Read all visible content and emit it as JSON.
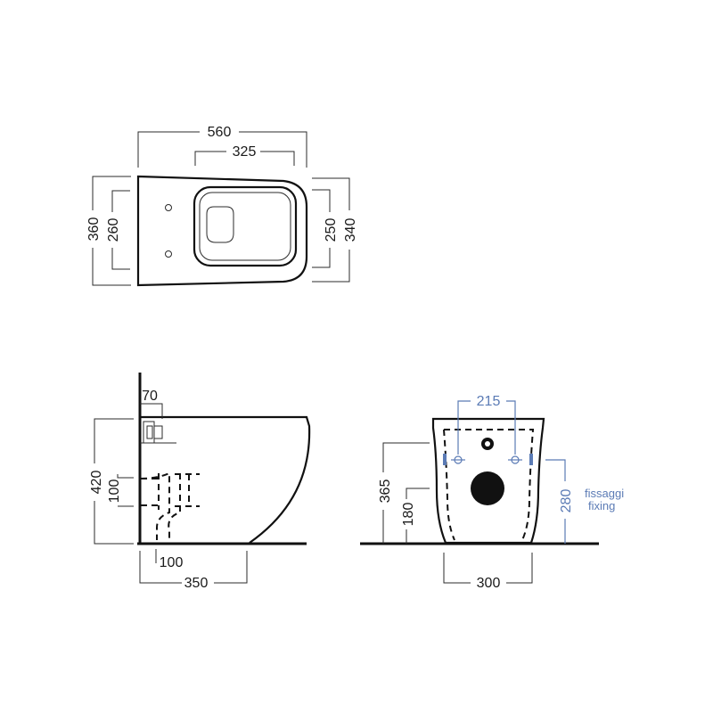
{
  "top_view": {
    "width_overall": "560",
    "width_inner": "325",
    "depth_overall": "360",
    "depth_inner": "260",
    "rim_inner": "250",
    "rim_outer": "340"
  },
  "side_view": {
    "fixing_depth": "70",
    "height": "420",
    "outlet_height": "100",
    "outlet_offset": "100",
    "projection": "350"
  },
  "front_view": {
    "fixing_spacing": "215",
    "rim_height": "365",
    "outlet_height": "180",
    "base_width": "300",
    "fixing_height": "280",
    "fixing_label_it": "fissaggi",
    "fixing_label_en": "fixing"
  },
  "colors": {
    "line": "#111111",
    "fixing_accent": "#5b7bb5"
  }
}
